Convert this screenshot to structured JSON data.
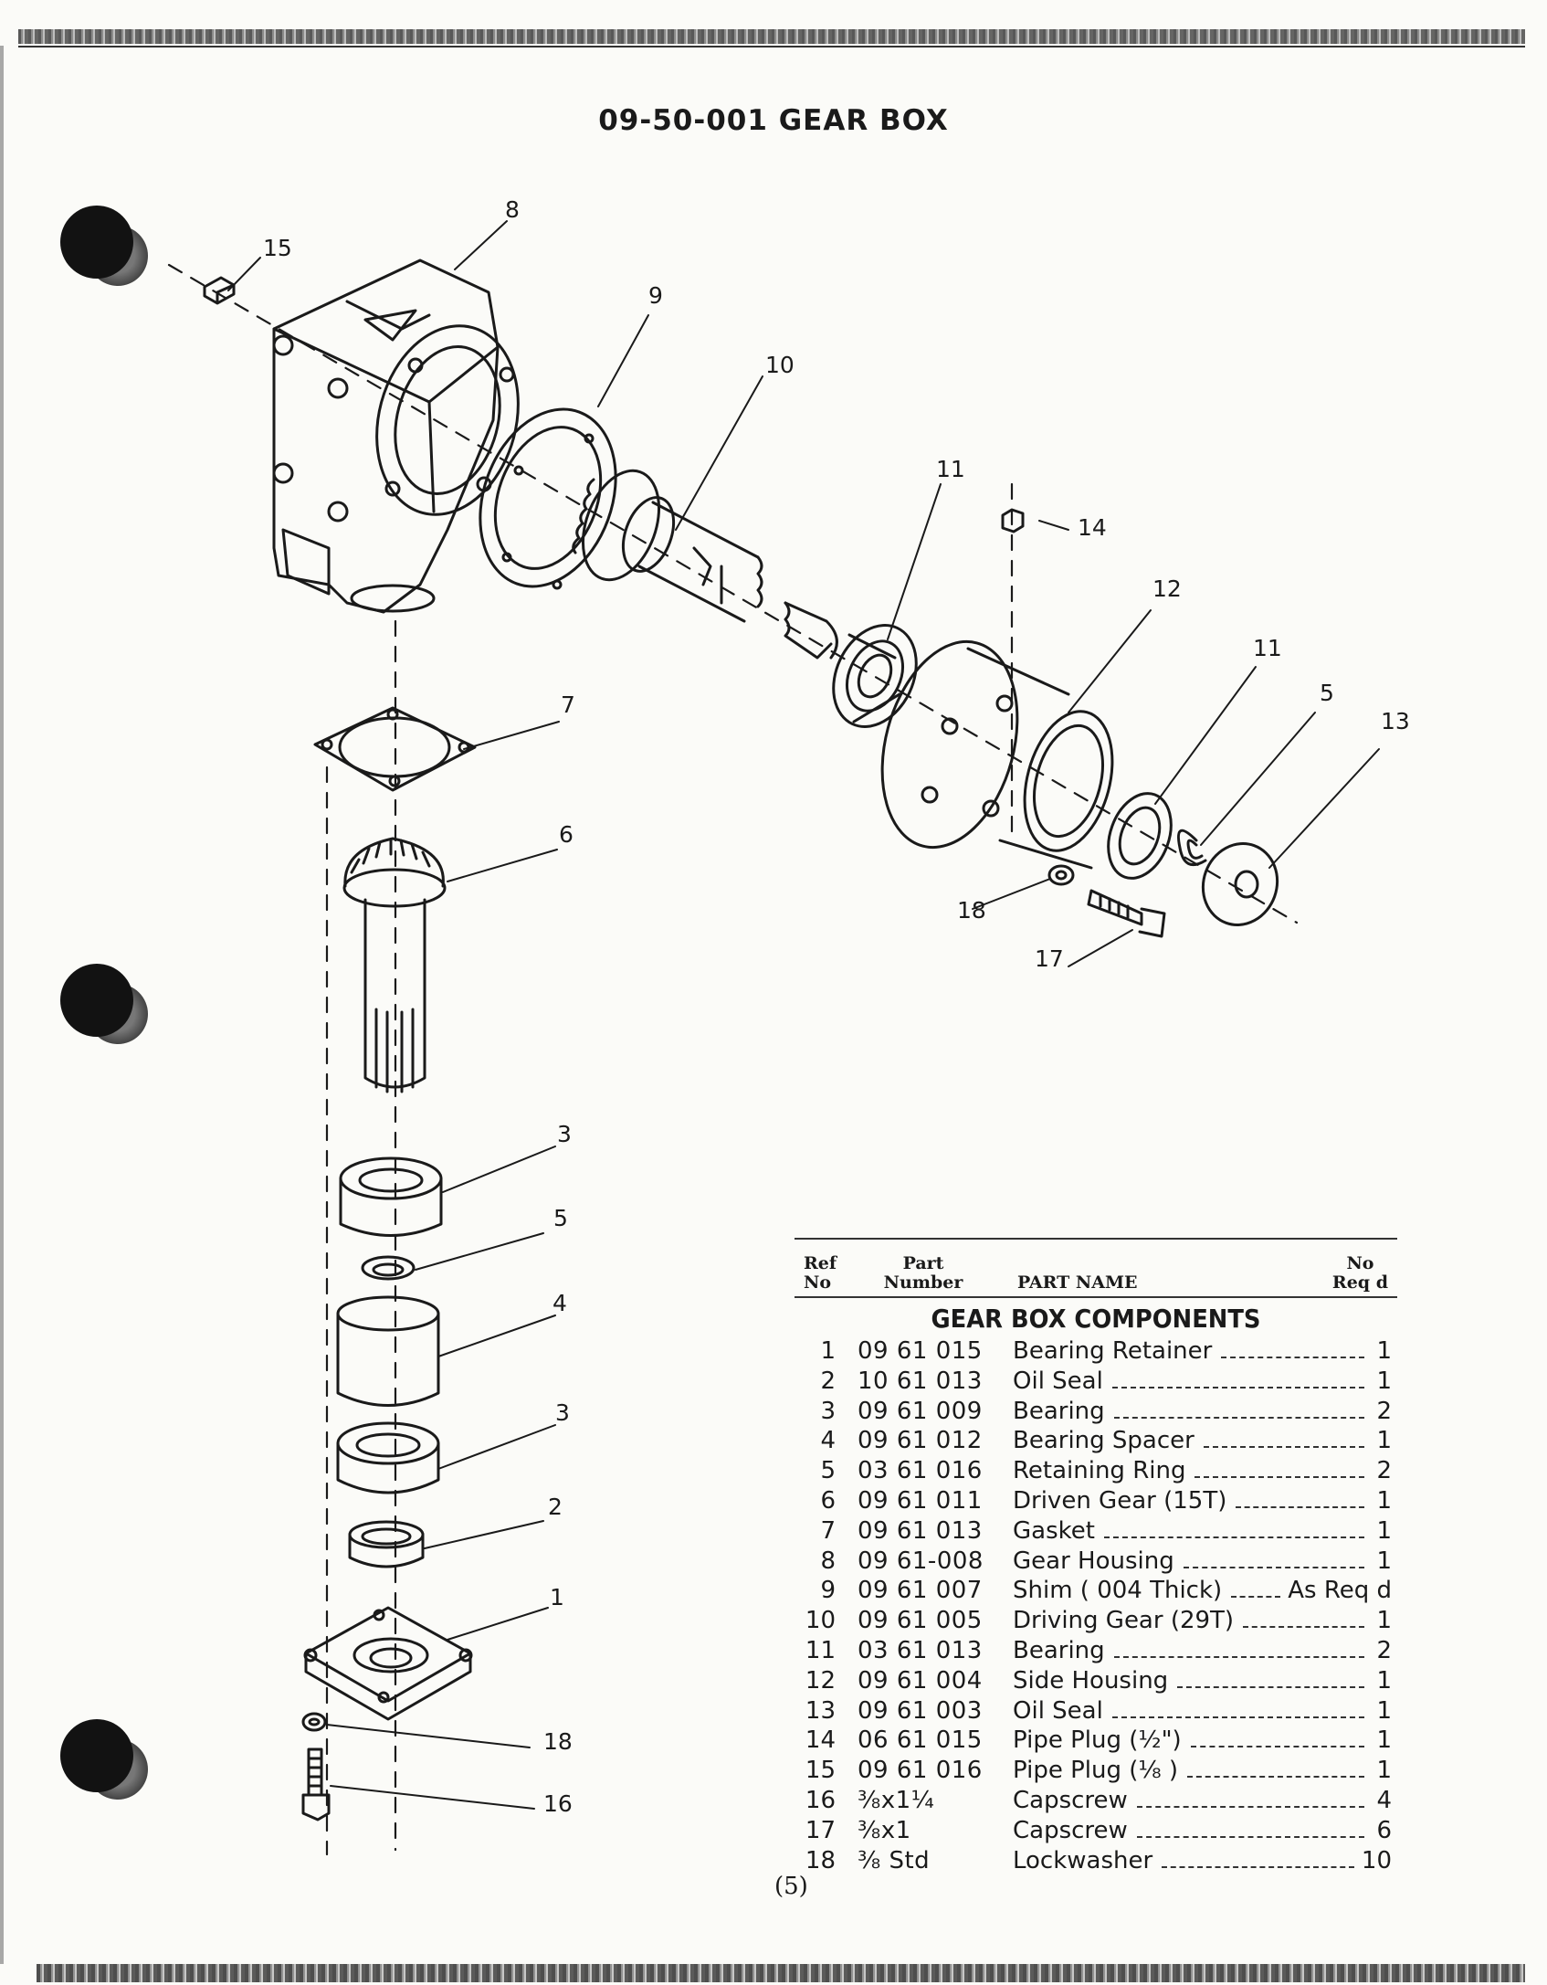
{
  "title": "09-50-001 GEAR BOX",
  "page_number": "(5)",
  "callouts": {
    "c8": "8",
    "c15": "15",
    "c9": "9",
    "c10": "10",
    "c11a": "11",
    "c14": "14",
    "c12": "12",
    "c11b": "11",
    "c5a": "5",
    "c13": "13",
    "c7": "7",
    "c6": "6",
    "c18a": "18",
    "c17": "17",
    "c3a": "3",
    "c5b": "5",
    "c4": "4",
    "c3b": "3",
    "c2": "2",
    "c1": "1",
    "c18b": "18",
    "c16": "16"
  },
  "parts_list": {
    "headers": {
      "ref_line1": "Ref",
      "ref_line2": "No",
      "part_line1": "Part",
      "part_line2": "Number",
      "name": "PART NAME",
      "req_line1": "No",
      "req_line2": "Req d"
    },
    "section_title": "GEAR BOX COMPONENTS",
    "rows": [
      {
        "ref": "1",
        "part": "09 61 015",
        "name": "Bearing Retainer",
        "qty": "1"
      },
      {
        "ref": "2",
        "part": "10 61 013",
        "name": "Oil Seal",
        "qty": "1"
      },
      {
        "ref": "3",
        "part": "09 61 009",
        "name": "Bearing",
        "qty": "2"
      },
      {
        "ref": "4",
        "part": "09 61 012",
        "name": "Bearing Spacer",
        "qty": "1"
      },
      {
        "ref": "5",
        "part": "03 61 016",
        "name": "Retaining Ring",
        "qty": "2"
      },
      {
        "ref": "6",
        "part": "09 61 011",
        "name": "Driven Gear (15T)",
        "qty": "1"
      },
      {
        "ref": "7",
        "part": "09 61 013",
        "name": "Gasket",
        "qty": "1"
      },
      {
        "ref": "8",
        "part": "09 61-008",
        "name": "Gear Housing",
        "qty": "1"
      },
      {
        "ref": "9",
        "part": "09 61 007",
        "name": "Shim ( 004 Thick)",
        "qty": "As Req d"
      },
      {
        "ref": "10",
        "part": "09 61 005",
        "name": "Driving Gear (29T)",
        "qty": "1"
      },
      {
        "ref": "11",
        "part": "03 61 013",
        "name": "Bearing",
        "qty": "2"
      },
      {
        "ref": "12",
        "part": "09 61 004",
        "name": "Side Housing",
        "qty": "1"
      },
      {
        "ref": "13",
        "part": "09 61 003",
        "name": "Oil Seal",
        "qty": "1"
      },
      {
        "ref": "14",
        "part": "06 61 015",
        "name": "Pipe Plug (½\")",
        "qty": "1"
      },
      {
        "ref": "15",
        "part": "09 61 016",
        "name": "Pipe Plug (⅛ )",
        "qty": "1"
      },
      {
        "ref": "16",
        "part": "⅜x1¼",
        "name": "Capscrew",
        "qty": "4"
      },
      {
        "ref": "17",
        "part": "⅜x1",
        "name": "Capscrew",
        "qty": "6"
      },
      {
        "ref": "18",
        "part": "⅜ Std",
        "name": "Lockwasher",
        "qty": "10"
      }
    ]
  }
}
